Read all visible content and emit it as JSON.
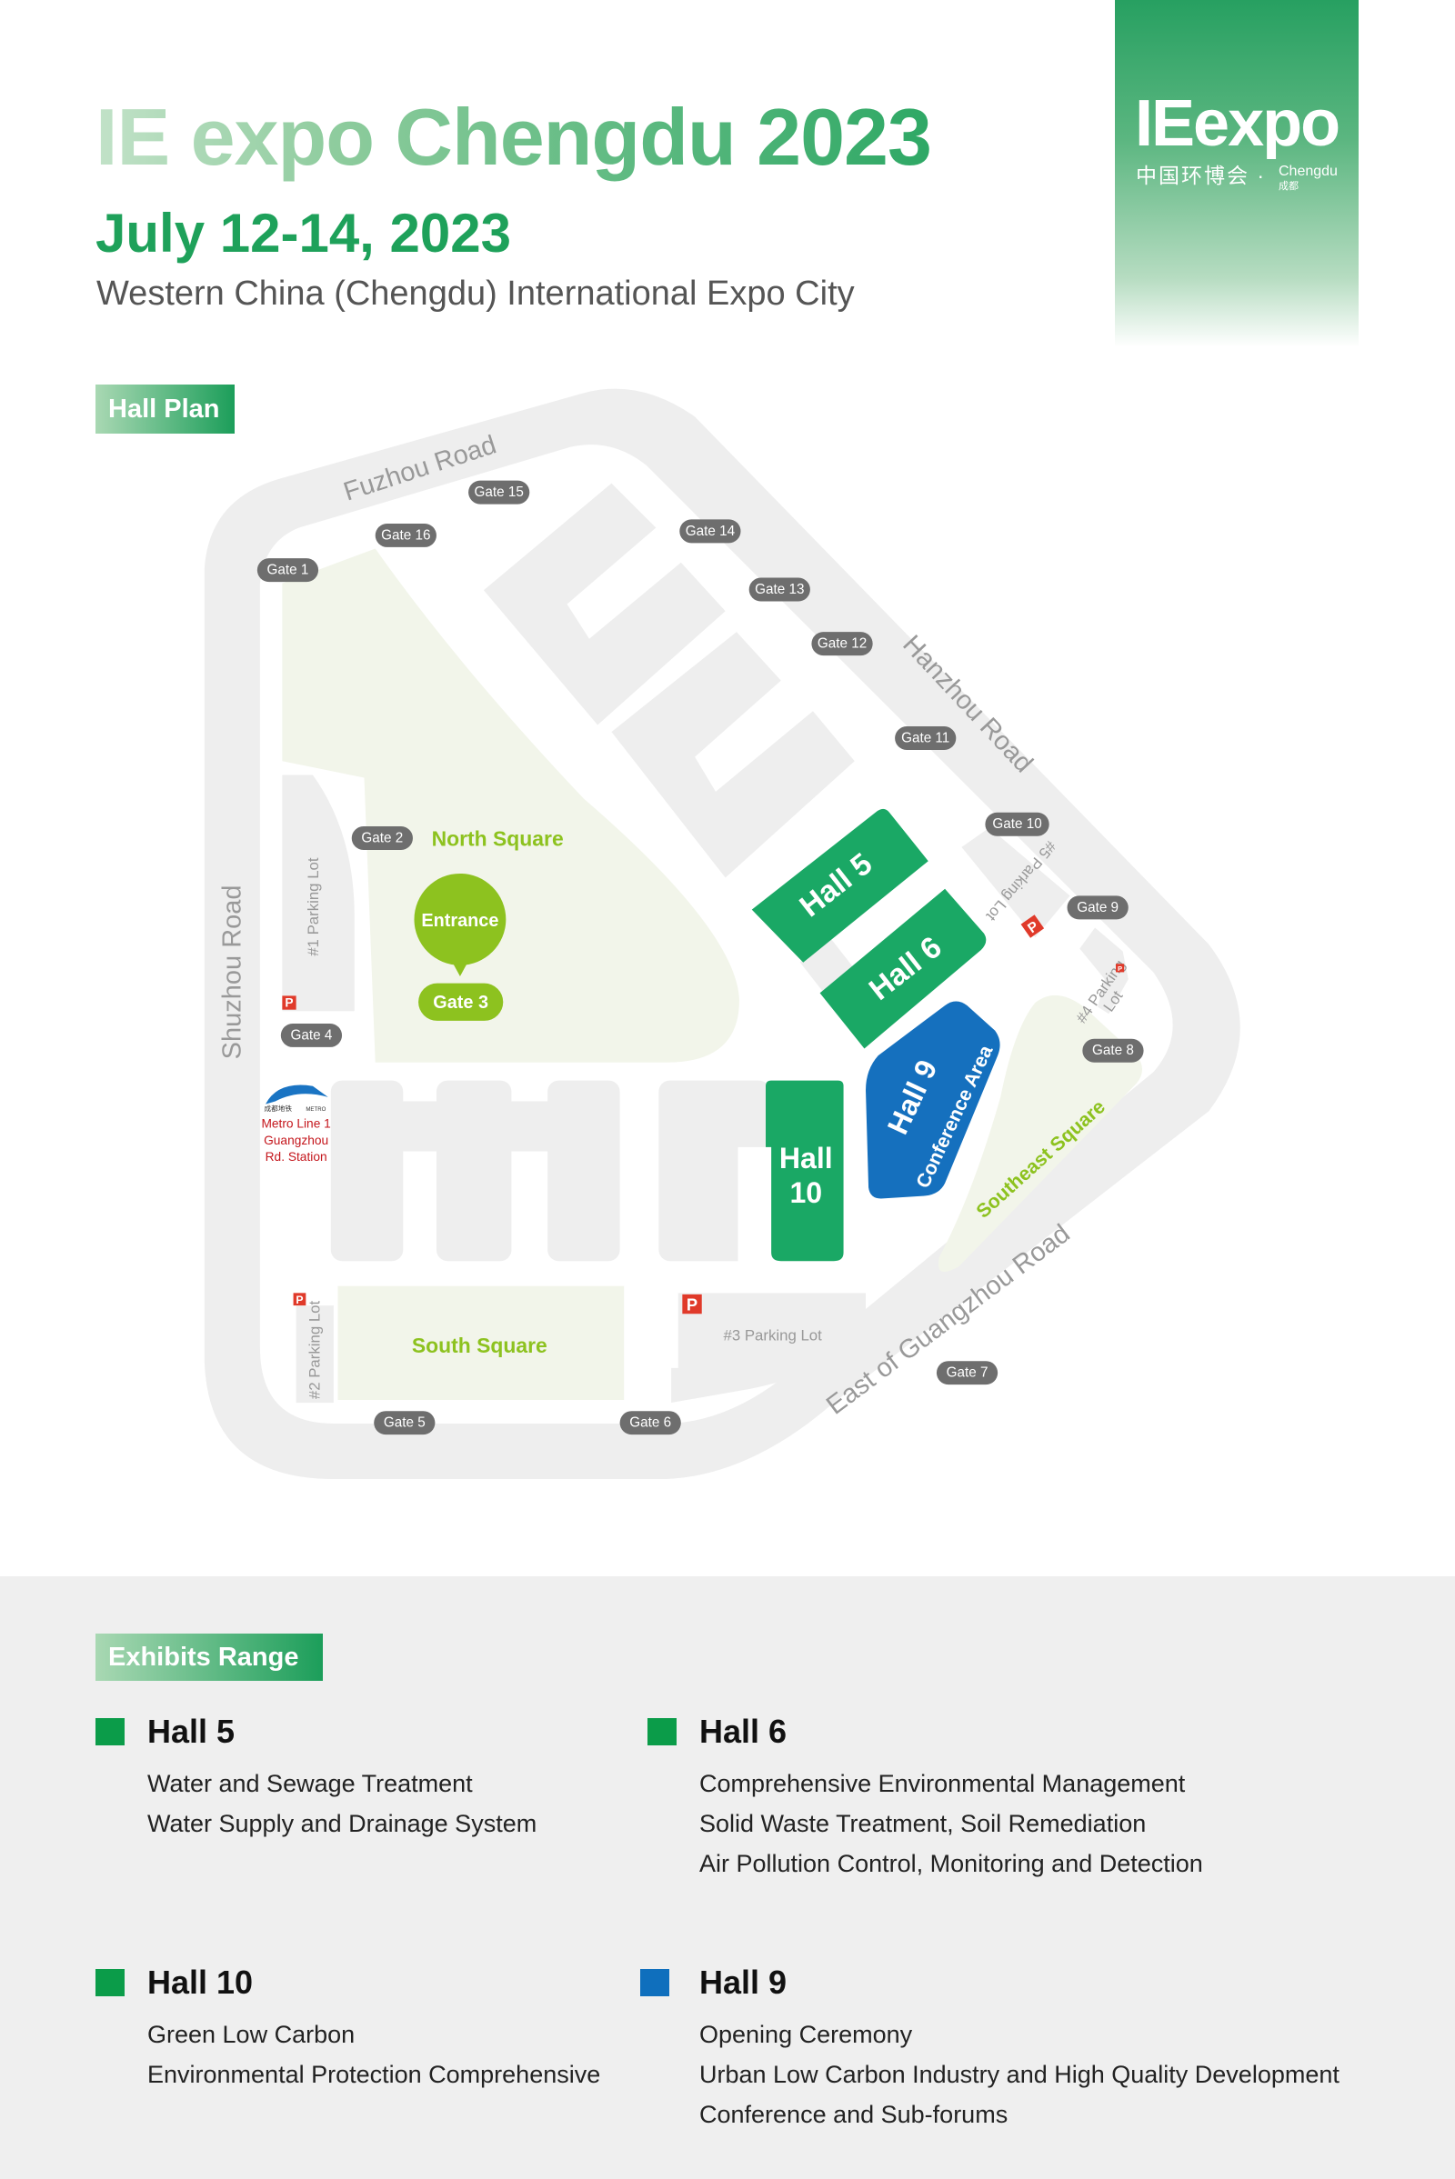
{
  "header": {
    "title": "IE expo Chengdu 2023",
    "date": "July 12-14, 2023",
    "venue": "Western China (Chengdu) International Expo City"
  },
  "logo": {
    "mark": "IEexpo",
    "cn": "中国环博会 ·",
    "city": "Chengdu",
    "city_cn": "成都"
  },
  "map": {
    "tag": "Hall Plan",
    "roads": {
      "north": "Fuzhou Road",
      "east": "Hanzhou Road",
      "west": "Shuzhou Road",
      "south": "East of Guangzhou Road"
    },
    "squares": {
      "north": "North Square",
      "south": "South Square",
      "southeast": "Southeast Square"
    },
    "entrance": "Entrance",
    "gate3": "Gate 3",
    "halls": {
      "h5": "Hall 5",
      "h6": "Hall 6",
      "h9": "Hall 9",
      "h9_sub": "Conference Area",
      "h10_a": "Hall",
      "h10_b": "10"
    },
    "parking": {
      "p1": "#1 Parking Lot",
      "p2": "#2 Parking Lot",
      "p3": "#3 Parking Lot",
      "p4a": "#4 Parking",
      "p4b": "Lot",
      "p5": "#5 Parking Lot",
      "icon": "P"
    },
    "metro": {
      "logo_cn": "成都地铁",
      "logo_en": "METRO",
      "line1": "Metro Line 1",
      "line2": "Guangzhou",
      "line3": "Rd. Station"
    },
    "gates": {
      "g1": "Gate 1",
      "g2": "Gate 2",
      "g4": "Gate 4",
      "g5": "Gate 5",
      "g6": "Gate 6",
      "g7": "Gate 7",
      "g8": "Gate 8",
      "g9": "Gate 9",
      "g10": "Gate 10",
      "g11": "Gate 11",
      "g12": "Gate 12",
      "g13": "Gate 13",
      "g14": "Gate 14",
      "g15": "Gate 15",
      "g16": "Gate 16"
    },
    "colors": {
      "hall_green": "#1aa865",
      "hall_blue": "#1570be",
      "square": "#f2f5ea",
      "accent": "#8dc21f",
      "gate": "#6e6e6e",
      "parking": "#e03a2a"
    }
  },
  "exhibits": {
    "tag": "Exhibits Range",
    "halls": [
      {
        "name": "Hall 5",
        "color": "#0b9c49",
        "items": [
          "Water and Sewage Treatment",
          "Water Supply and Drainage System"
        ]
      },
      {
        "name": "Hall 6",
        "color": "#0b9c49",
        "items": [
          "Comprehensive Environmental Management",
          "Solid Waste Treatment, Soil Remediation",
          "Air Pollution Control, Monitoring and Detection"
        ]
      },
      {
        "name": "Hall 10",
        "color": "#0b9c49",
        "items": [
          "Green Low Carbon",
          "Environmental Protection Comprehensive"
        ]
      },
      {
        "name": "Hall 9",
        "color": "#0f6fbd",
        "items": [
          "Opening Ceremony",
          "Urban Low Carbon Industry and High Quality Development",
          "Conference and Sub-forums"
        ]
      }
    ]
  }
}
